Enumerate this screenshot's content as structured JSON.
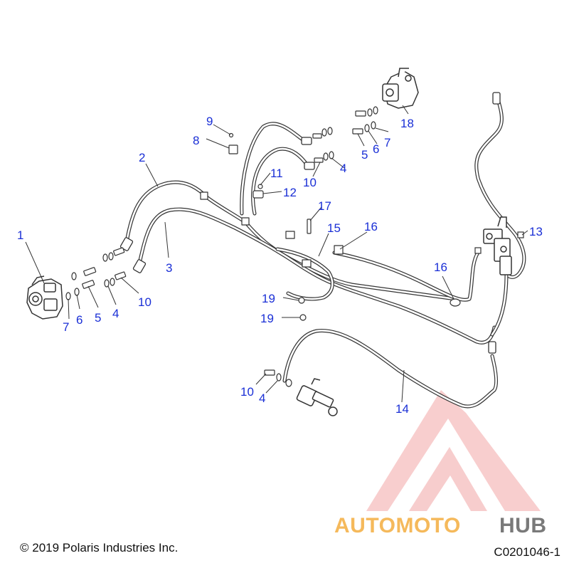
{
  "diagram": {
    "footer": {
      "copyright": "© 2019 Polaris Industries Inc.",
      "drawing_id": "C0201046-1"
    },
    "watermark": {
      "part1": "AUTOMOTO",
      "part2": "HUB",
      "colors": {
        "orange": "#f5b24a",
        "red": "#ee7c7c",
        "gray": "#6b6b6b"
      }
    },
    "callouts": {
      "c1": "1",
      "c2": "2",
      "c3": "3",
      "c4a": "4",
      "c4b": "4",
      "c4c": "4",
      "c5a": "5",
      "c5b": "5",
      "c6a": "6",
      "c6b": "6",
      "c7a": "7",
      "c7b": "7",
      "c8": "8",
      "c9": "9",
      "c10a": "10",
      "c10b": "10",
      "c10c": "10",
      "c11": "11",
      "c12": "12",
      "c13": "13",
      "c14": "14",
      "c15": "15",
      "c16a": "16",
      "c16b": "16",
      "c17": "17",
      "c18": "18",
      "c19a": "19",
      "c19b": "19"
    },
    "callout_color": "#1a2fd6"
  }
}
